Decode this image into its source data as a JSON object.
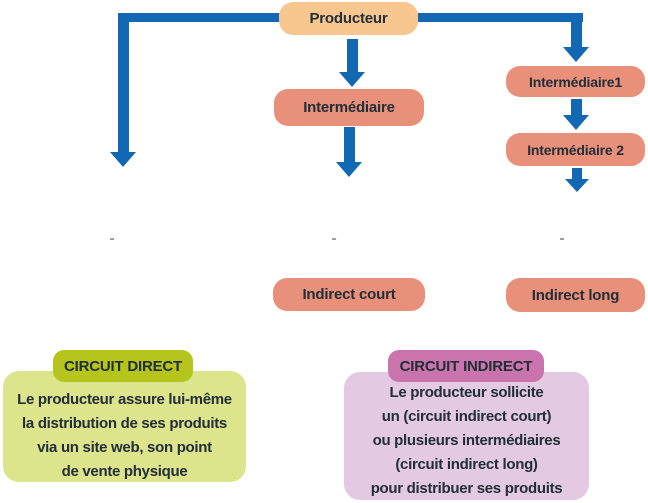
{
  "palette": {
    "background": "#ffffff",
    "arrow_blue": "#1268b3",
    "peach": "#f8c78f",
    "salmon": "#e8907a",
    "olive": "#b6c41e",
    "light_green": "#dce48c",
    "pink": "#ca74ad",
    "light_purple": "#e3c9e1",
    "text_dark": "#222e38",
    "dash_gray": "#999999"
  },
  "nodes": {
    "producteur": "Producteur",
    "intermediaire": "Intermédiaire",
    "intermediaire1": "Intermédiaire1",
    "intermediaire2": "Intermédiaire 2",
    "indirect_court": "Indirect court",
    "indirect_long": "Indirect long"
  },
  "dashes": [
    "-",
    "-",
    "-"
  ],
  "circuit_direct": {
    "label": "CIRCUIT DIRECT",
    "lines": [
      "Le producteur assure lui-même",
      "la distribution de ses produits",
      "via un site web, son point",
      "de vente physique"
    ]
  },
  "circuit_indirect": {
    "label": "CIRCUIT INDIRECT",
    "lines": [
      "Le producteur sollicite",
      "un (circuit indirect court)",
      "ou plusieurs intermédiaires",
      "(circuit indirect long)",
      "pour distribuer ses produits"
    ]
  }
}
